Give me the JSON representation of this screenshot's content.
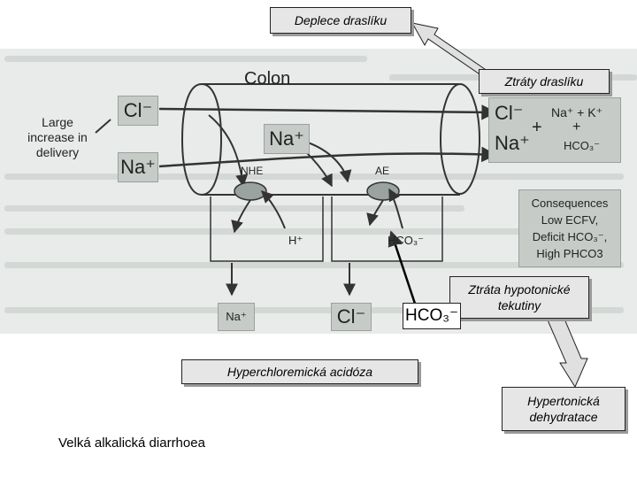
{
  "callouts": {
    "deplece": "Deplece draslíku",
    "ztraty": "Ztráty draslíku",
    "hypotonic": "Ztráta hypotonické tekutiny",
    "hyperchlor": "Hyperchloremická acidóza",
    "hypertonic": "Hypertonická dehydratace"
  },
  "diagram": {
    "colon": "Colon",
    "cl_in": "Cl⁻",
    "large_increase": "Large increase in delivery",
    "na_in": "Na⁺",
    "na_mid": "Na⁺",
    "nhe": "NHE",
    "ae": "AE",
    "h": "H⁺",
    "hco3_in": "HCO₃⁻",
    "na_out": "Na⁺",
    "cl_out": "Cl⁻",
    "out_cl": "Cl⁻",
    "out_na": "Na⁺",
    "out_plus": "+",
    "out_nak": "Na⁺ + K⁺",
    "out_plus2": "+",
    "out_hco3": "HCO₃⁻",
    "consequences": [
      "Consequences",
      "Low ECFV,",
      "Deficit HCO₃⁻,",
      "High PHCO3"
    ],
    "hco3_big": "HCO₃⁻"
  },
  "caption": "Velká alkalická diarrhoea",
  "colors": {
    "panel": "#e8ebe9",
    "box": "#c6cbc8",
    "callout": "#e6e6e6",
    "arrow_fill": "#e0e0e0"
  }
}
